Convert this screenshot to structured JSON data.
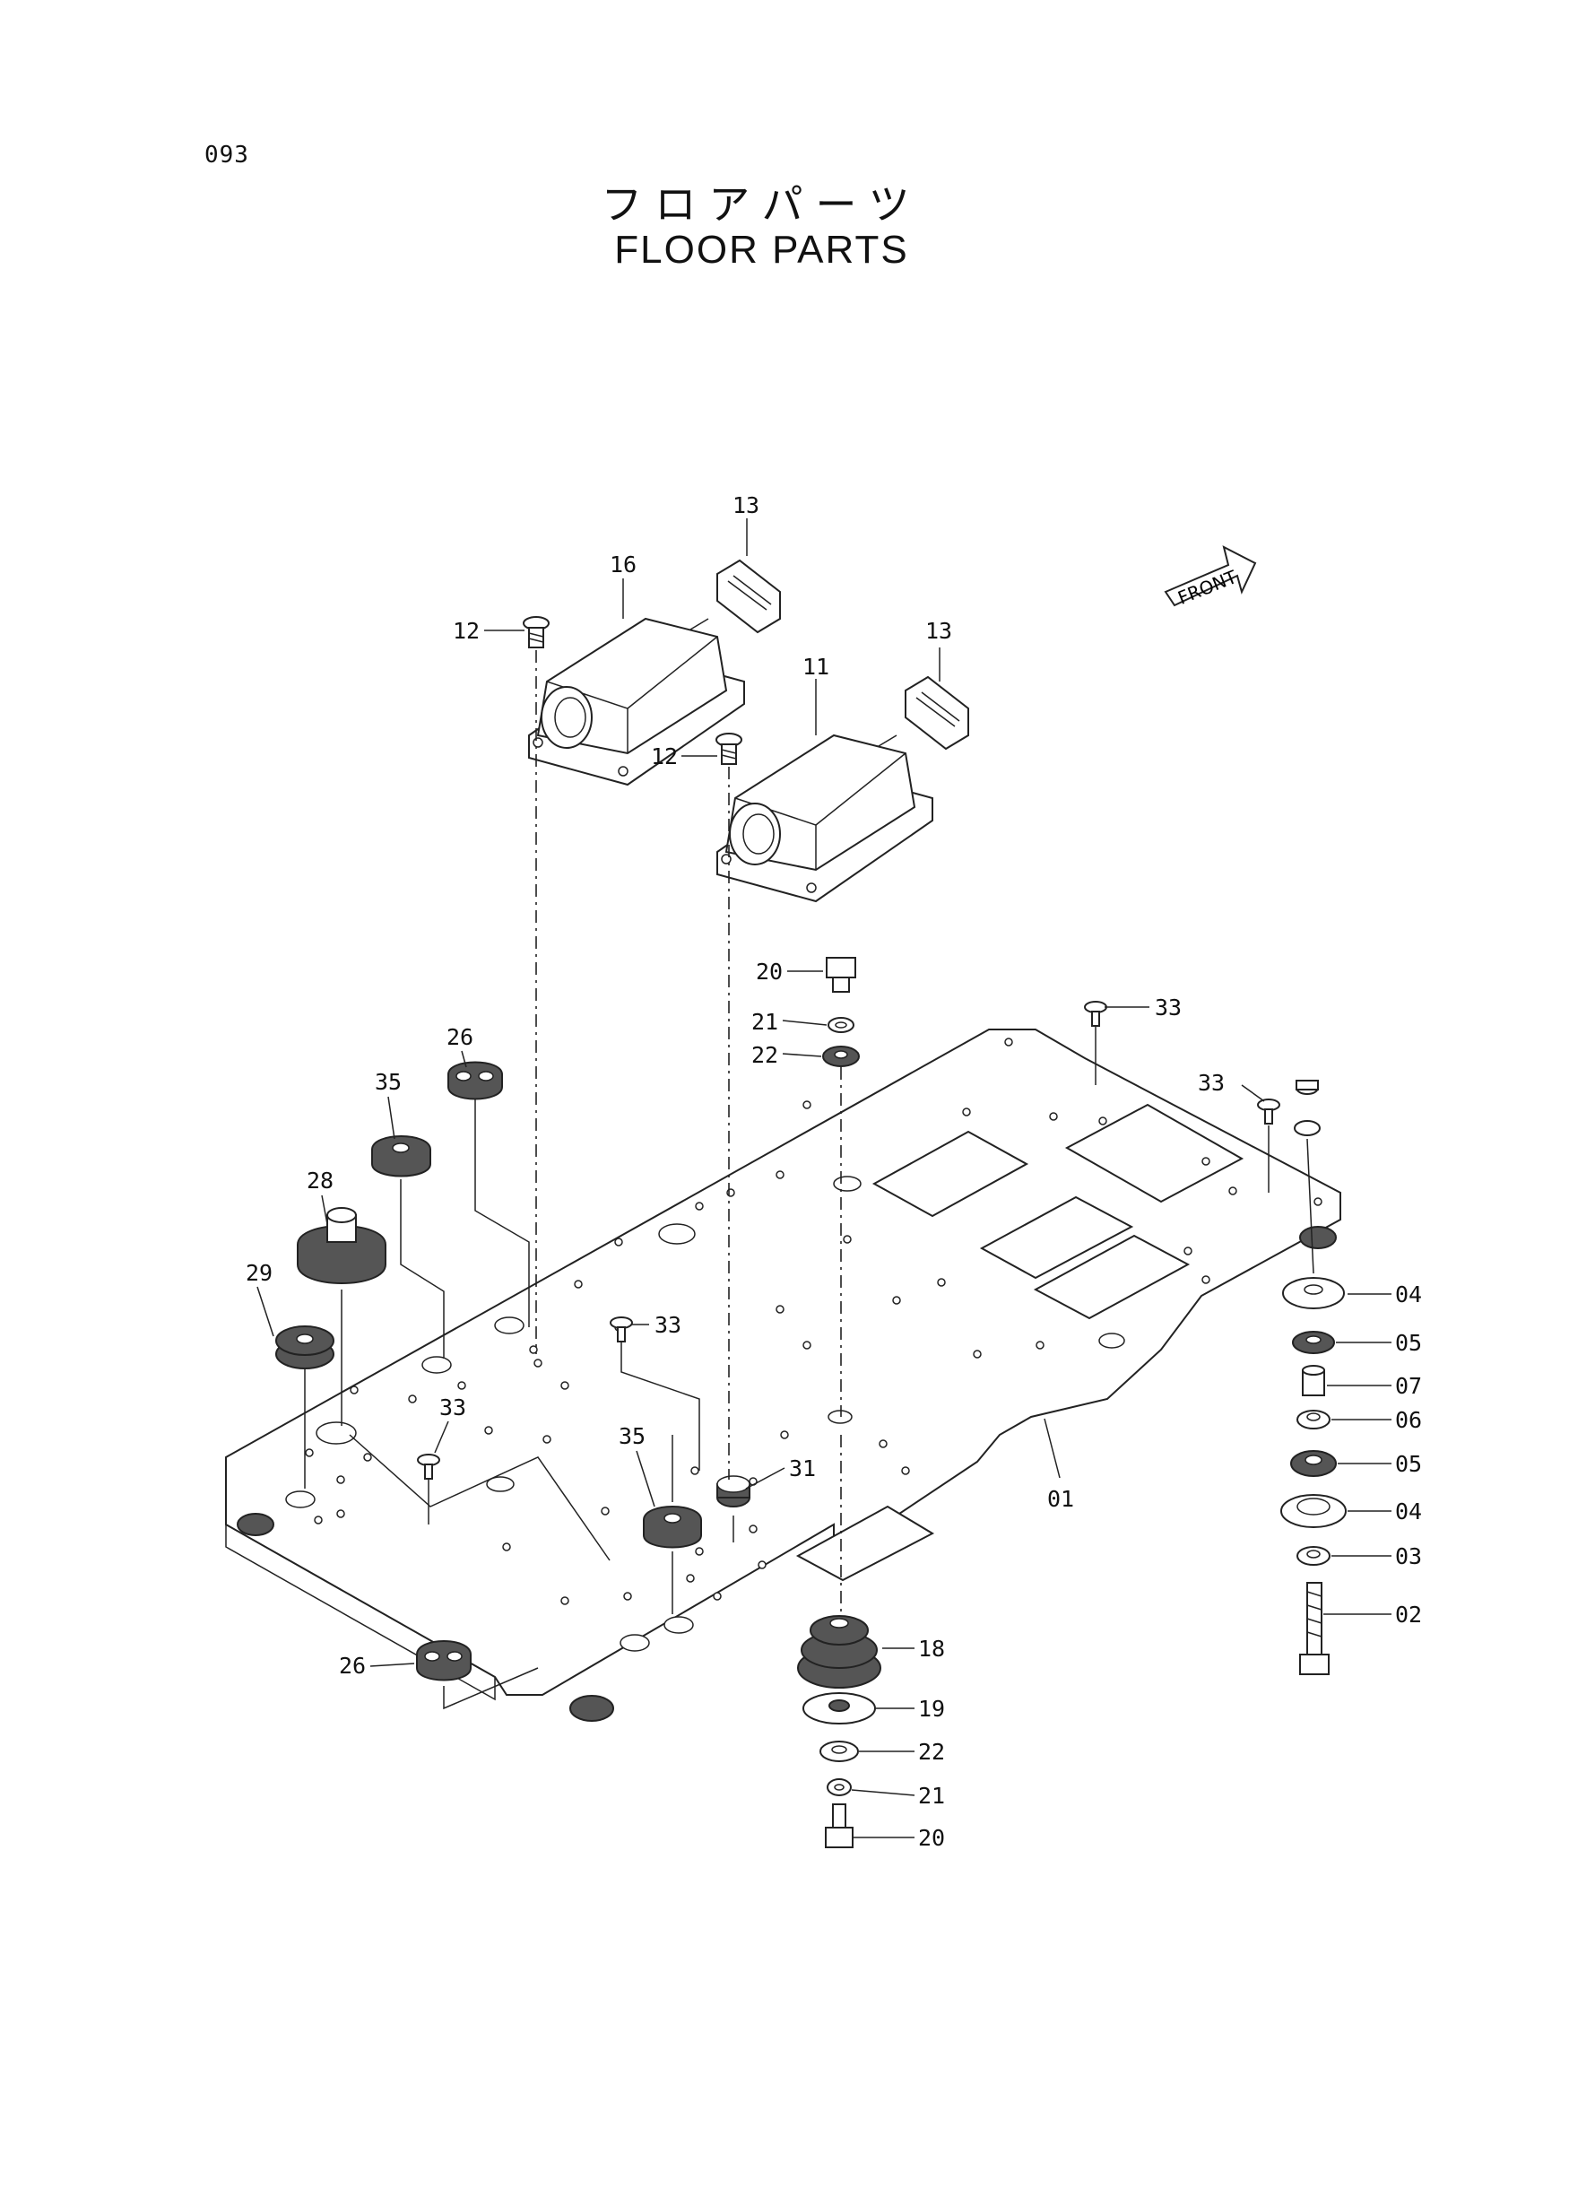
{
  "page": {
    "number": "093"
  },
  "title": {
    "japanese": "フロアパーツ",
    "english": "FLOOR PARTS"
  },
  "front_arrow": {
    "label": "FRONT"
  },
  "callouts": [
    {
      "id": "c13a",
      "label": "13"
    },
    {
      "id": "c16",
      "label": "16"
    },
    {
      "id": "c12a",
      "label": "12"
    },
    {
      "id": "c13b",
      "label": "13"
    },
    {
      "id": "c11",
      "label": "11"
    },
    {
      "id": "c12b",
      "label": "12"
    },
    {
      "id": "c20a",
      "label": "20"
    },
    {
      "id": "c21a",
      "label": "21"
    },
    {
      "id": "c22a",
      "label": "22"
    },
    {
      "id": "c33a",
      "label": "33"
    },
    {
      "id": "c33b",
      "label": "33"
    },
    {
      "id": "c26a",
      "label": "26"
    },
    {
      "id": "c35a",
      "label": "35"
    },
    {
      "id": "c28",
      "label": "28"
    },
    {
      "id": "c29",
      "label": "29"
    },
    {
      "id": "c33c",
      "label": "33"
    },
    {
      "id": "c33d",
      "label": "33"
    },
    {
      "id": "c35b",
      "label": "35"
    },
    {
      "id": "c31",
      "label": "31"
    },
    {
      "id": "c01",
      "label": "01"
    },
    {
      "id": "c04a",
      "label": "04"
    },
    {
      "id": "c05a",
      "label": "05"
    },
    {
      "id": "c07",
      "label": "07"
    },
    {
      "id": "c06",
      "label": "06"
    },
    {
      "id": "c05b",
      "label": "05"
    },
    {
      "id": "c04b",
      "label": "04"
    },
    {
      "id": "c03",
      "label": "03"
    },
    {
      "id": "c02",
      "label": "02"
    },
    {
      "id": "c18",
      "label": "18"
    },
    {
      "id": "c19",
      "label": "19"
    },
    {
      "id": "c22b",
      "label": "22"
    },
    {
      "id": "c21b",
      "label": "21"
    },
    {
      "id": "c20b",
      "label": "20"
    },
    {
      "id": "c26b",
      "label": "26"
    }
  ]
}
